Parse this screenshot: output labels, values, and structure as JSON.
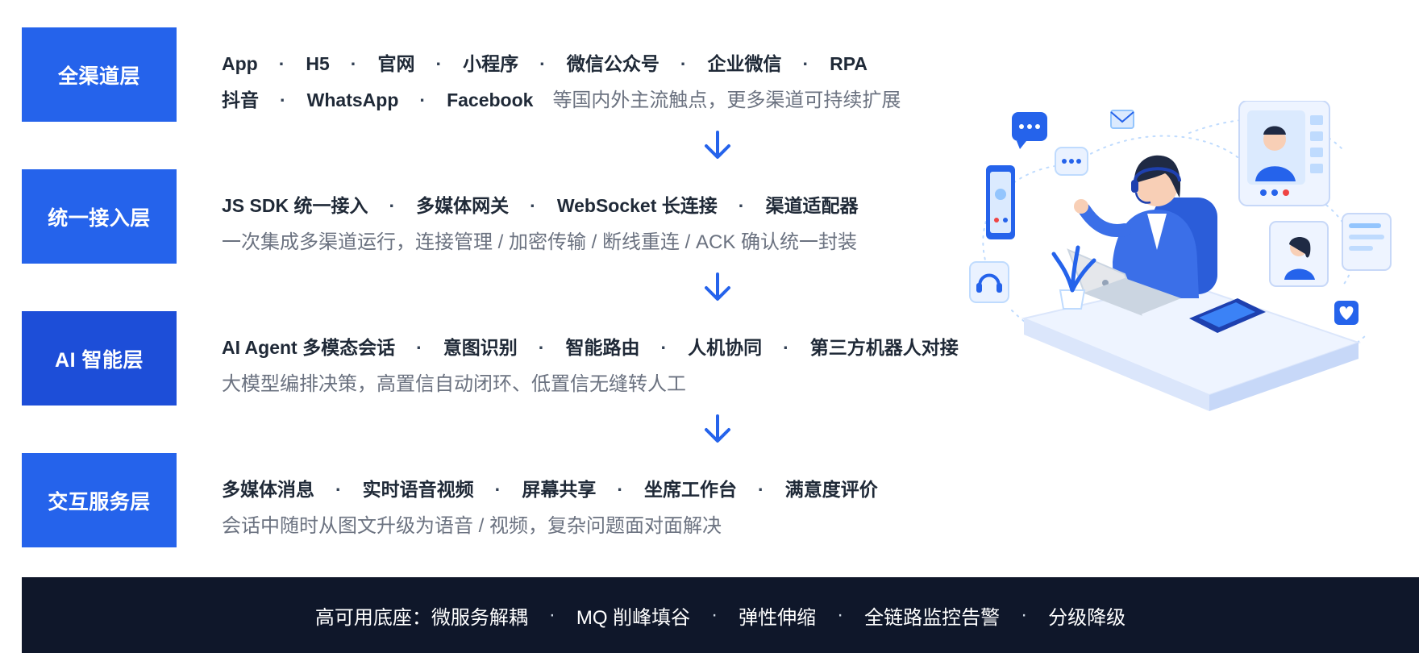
{
  "layers": [
    {
      "label": "全渠道层",
      "line1": [
        "App",
        "H5",
        "官网",
        "小程序",
        "微信公众号",
        "企业微信",
        "RPA"
      ],
      "line2_items": [
        "抖音",
        "WhatsApp",
        "Facebook"
      ],
      "line2_desc": "等国内外主流触点，更多渠道可持续扩展"
    },
    {
      "label": "统一接入层",
      "line1": [
        "JS SDK 统一接入",
        "多媒体网关",
        "WebSocket 长连接",
        "渠道适配器"
      ],
      "line2_desc": "一次集成多渠道运行，连接管理 / 加密传输 / 断线重连 / ACK 确认统一封装"
    },
    {
      "label": "AI 智能层",
      "line1": [
        "AI Agent 多模态会话",
        "意图识别",
        "智能路由",
        "人机协同",
        "第三方机器人对接"
      ],
      "line2_desc": "大模型编排决策，高置信自动闭环、低置信无缝转人工"
    },
    {
      "label": "交互服务层",
      "line1": [
        "多媒体消息",
        "实时语音视频",
        "屏幕共享",
        "坐席工作台",
        "满意度评价"
      ],
      "line2_desc": "会话中随时从图文升级为语音 / 视频，复杂问题面对面解决"
    }
  ],
  "separator": "·",
  "footer": {
    "items": [
      "高可用底座：微服务解耦",
      "MQ 削峰填谷",
      "弹性伸缩",
      "全链路监控告警",
      "分级降级"
    ]
  },
  "colors": {
    "layer_blue": "#2563eb",
    "layer_blue_dark": "#1d4ed8",
    "footer_bg": "#0f172a",
    "arrow": "#2563eb"
  },
  "icons": [
    "arrow-down-icon",
    "customer-service-agent-illustration"
  ]
}
